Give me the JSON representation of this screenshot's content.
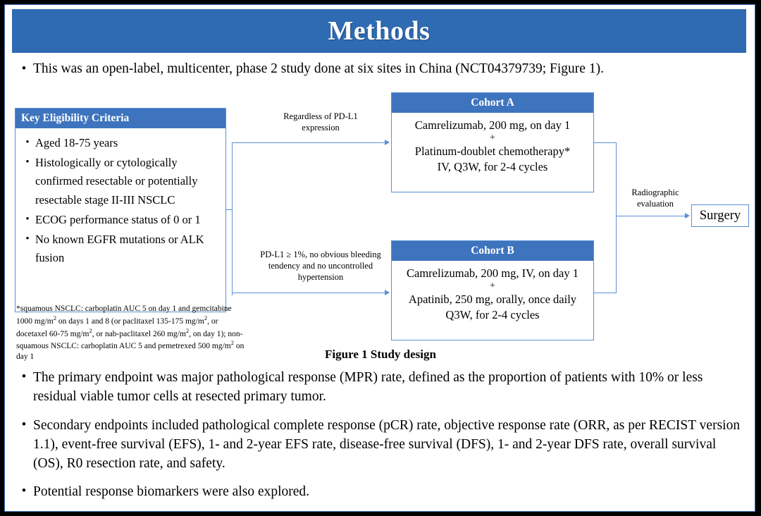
{
  "slide": {
    "title": "Methods",
    "accent_blue": "#2F6BB3",
    "box_border_blue": "#5B8FD4",
    "box_header_blue": "#3E74BD"
  },
  "lead_bullet": {
    "marker": "•",
    "text": "This was an open-label, multicenter, phase 2 study done at six sites in China (NCT04379739; Figure 1)."
  },
  "figure": {
    "caption": "Figure 1 Study design",
    "eligibility": {
      "header": "Key  Eligibility Criteria",
      "marker": "•",
      "items": [
        "Aged 18-75 years",
        "Histologically or cytologically confirmed resectable or potentially resectable stage II-III  NSCLC",
        "ECOG performance status of 0 or 1",
        "No known EGFR mutations or ALK fusion"
      ]
    },
    "cohort_a": {
      "header": "Cohort A",
      "line1": "Camrelizumab, 200 mg, on day 1",
      "plus": "+",
      "line2": "Platinum-doublet chemotherapy*",
      "line3": "IV, Q3W, for 2-4 cycles"
    },
    "cohort_b": {
      "header": "Cohort B",
      "line1": "Camrelizumab, 200 mg, IV, on day 1",
      "plus": "+",
      "line2": "Apatinib, 250 mg, orally, once daily",
      "line3": "Q3W, for 2-4 cycles"
    },
    "connector_top_label": "Regardless  of PD-L1 expression",
    "connector_bottom_label": "PD-L1 ≥ 1%, no obvious bleeding tendency and no uncontrolled  hypertension",
    "connector_right_label": "Radiographic evaluation",
    "surgery": "Surgery",
    "footnote": {
      "part1": "*squamous NSCLC: carboplatin AUC 5 on day 1 and gemcitabine 1000 mg/m",
      "sup1": "2",
      "part2": " on days 1 and 8 (or paclitaxel 135-175 mg/m",
      "sup2": "2",
      "part3": ", or docetaxel 60-75 mg/m",
      "sup3": "2",
      "part4": ", or nab-paclitaxel 260 mg/m",
      "sup4": "2",
      "part5": ", on day 1); non-squamous NSCLC: carboplatin AUC 5 and pemetrexed 500 mg/m",
      "sup5": "2",
      "part6": " on day 1"
    }
  },
  "bottom_bullets": {
    "marker": "•",
    "items": [
      "The primary endpoint was major pathological response (MPR) rate, defined as the proportion of patients with 10% or less residual viable tumor cells at resected primary tumor.",
      "Secondary endpoints included pathological complete response (pCR) rate, objective response rate (ORR, as per RECIST version 1.1), event-free survival (EFS), 1- and 2-year EFS rate, disease-free survival (DFS), 1- and 2-year DFS rate, overall survival (OS), R0 resection rate, and safety.",
      "Potential response biomarkers were also explored."
    ]
  }
}
